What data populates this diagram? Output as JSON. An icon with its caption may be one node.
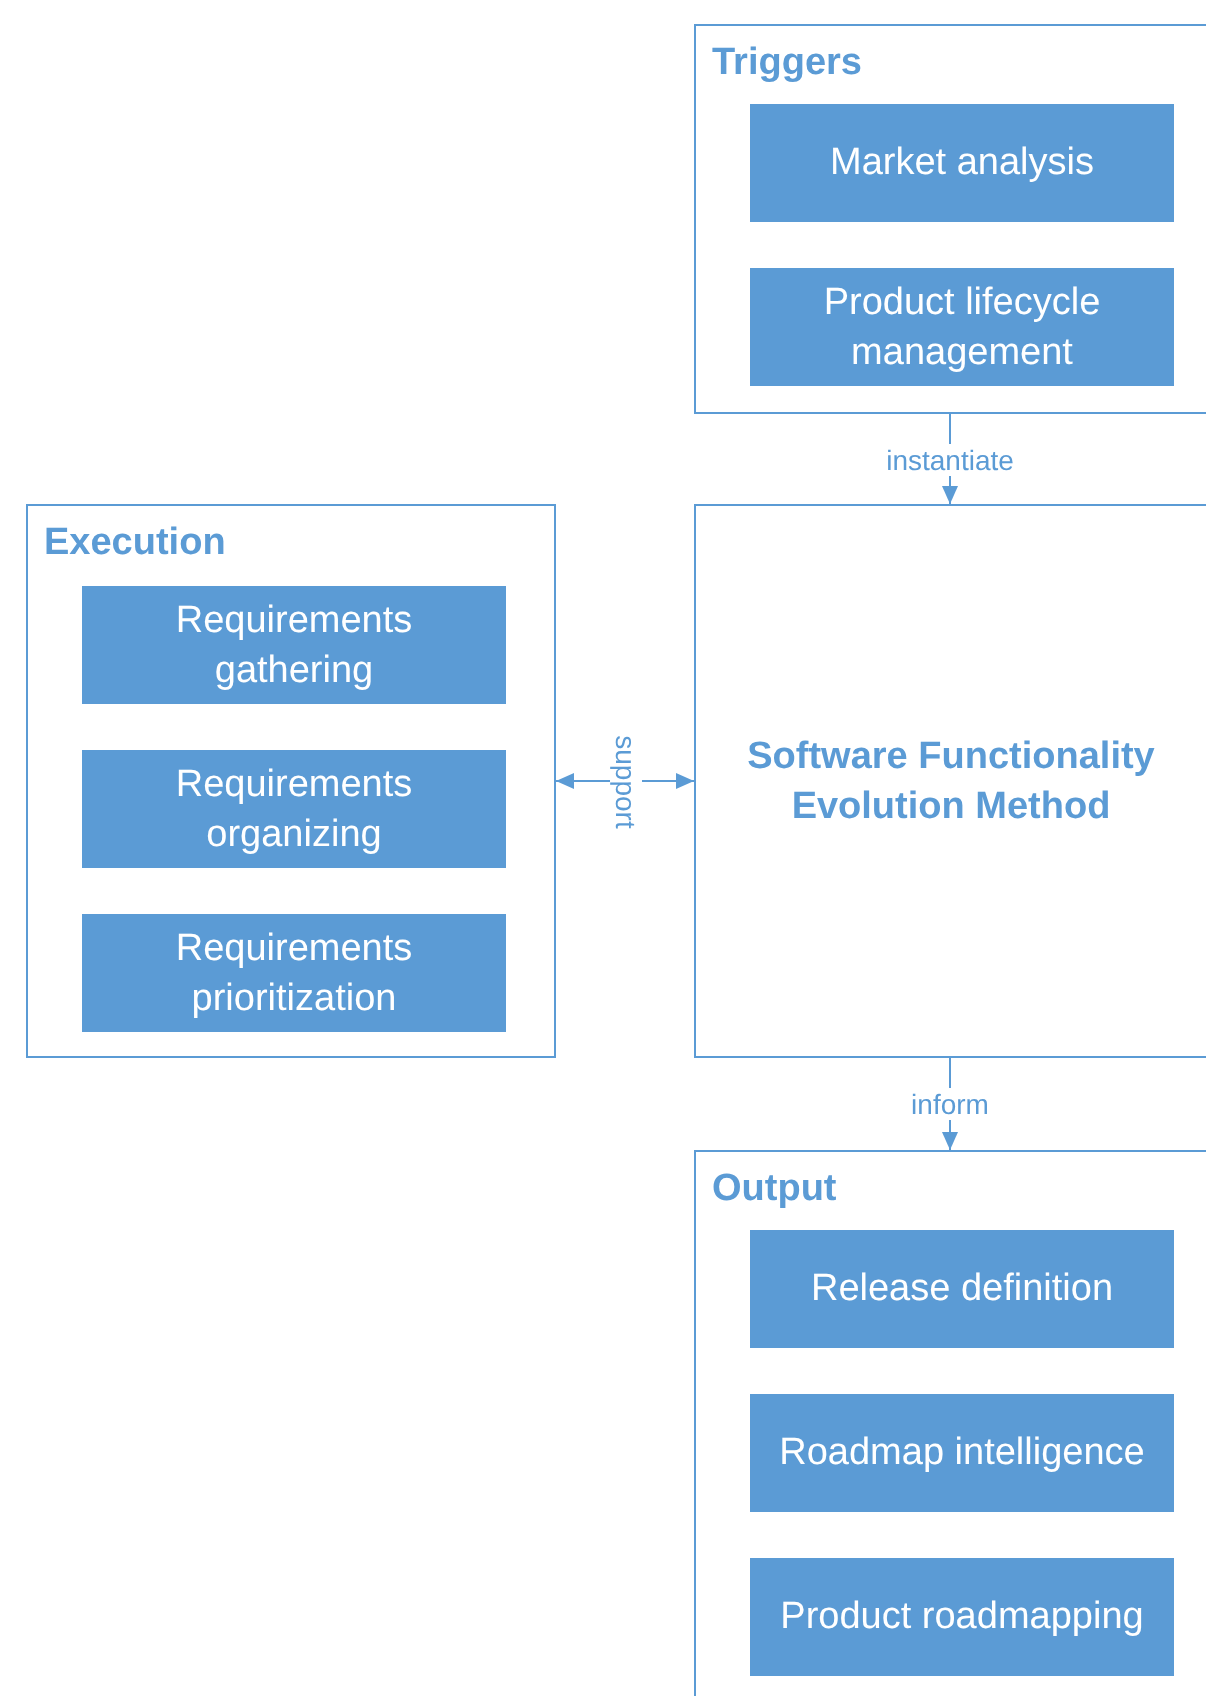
{
  "diagram": {
    "nodes": [
      {
        "text": [
          "Triggers"
        ]
      },
      {
        "text": [
          "Market analysis"
        ],
        "in": 0
      },
      {
        "text": [
          "Product lifecycle management"
        ],
        "in": 0
      },
      {
        "text": [
          "Execution"
        ]
      },
      {
        "text": [
          "Requirements gathering"
        ],
        "in": 3
      },
      {
        "text": [
          "Requirements organizing"
        ],
        "in": 3
      },
      {
        "text": [
          "Requirements prioritization"
        ],
        "in": 3
      },
      {
        "text": [
          "Software Functionality Evolution Method"
        ]
      },
      {
        "text": [
          "Output"
        ]
      },
      {
        "text": [
          "Release definition"
        ],
        "in": 8
      },
      {
        "text": [
          "Roadmap intelligence"
        ],
        "in": 8
      },
      {
        "text": [
          "Product roadmapping"
        ],
        "in": 8
      }
    ],
    "edges": [
      {
        "from": 0,
        "to": 7,
        "arrow": "to",
        "label": "instantiate"
      },
      {
        "from": 7,
        "to": 8,
        "arrow": "to",
        "label": "inform"
      },
      {
        "from": 3,
        "to": 7,
        "arrow": "both",
        "label": "support"
      }
    ]
  }
}
